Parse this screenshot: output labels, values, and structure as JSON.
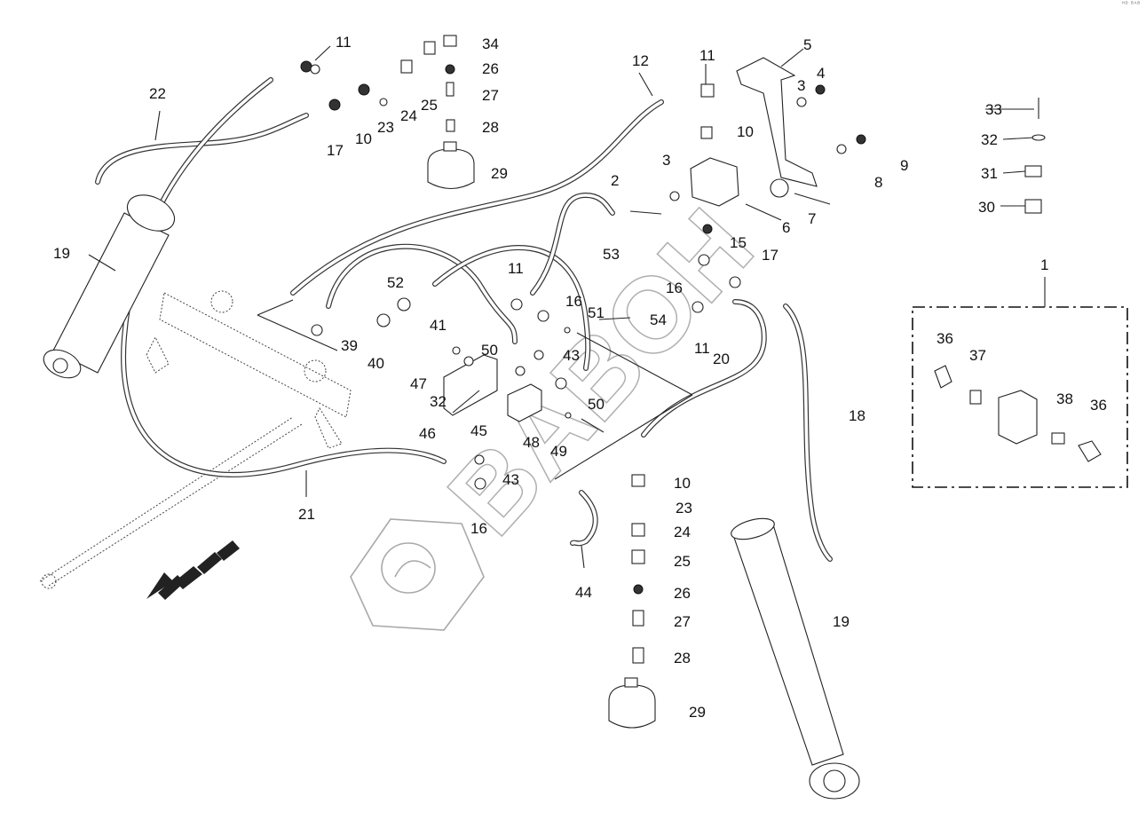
{
  "corner_mark": "ᴴᴰ ᴮᴬᴮ",
  "watermark": "BABOH",
  "direction_arrow": "forward-direction",
  "callouts": [
    {
      "id": "c1",
      "label": "1"
    },
    {
      "id": "c2",
      "label": "2"
    },
    {
      "id": "c3a",
      "label": "3"
    },
    {
      "id": "c3b",
      "label": "3"
    },
    {
      "id": "c4",
      "label": "4"
    },
    {
      "id": "c5",
      "label": "5"
    },
    {
      "id": "c6",
      "label": "6"
    },
    {
      "id": "c7",
      "label": "7"
    },
    {
      "id": "c8",
      "label": "8"
    },
    {
      "id": "c9",
      "label": "9"
    },
    {
      "id": "c10a",
      "label": "10"
    },
    {
      "id": "c10b",
      "label": "10"
    },
    {
      "id": "c10c",
      "label": "10"
    },
    {
      "id": "c11a",
      "label": "11"
    },
    {
      "id": "c11b",
      "label": "11"
    },
    {
      "id": "c11c",
      "label": "11"
    },
    {
      "id": "c11d",
      "label": "11"
    },
    {
      "id": "c12",
      "label": "12"
    },
    {
      "id": "c15",
      "label": "15"
    },
    {
      "id": "c16a",
      "label": "16"
    },
    {
      "id": "c16b",
      "label": "16"
    },
    {
      "id": "c16c",
      "label": "16"
    },
    {
      "id": "c17a",
      "label": "17"
    },
    {
      "id": "c17b",
      "label": "17"
    },
    {
      "id": "c18",
      "label": "18"
    },
    {
      "id": "c19a",
      "label": "19"
    },
    {
      "id": "c19b",
      "label": "19"
    },
    {
      "id": "c20",
      "label": "20"
    },
    {
      "id": "c21",
      "label": "21"
    },
    {
      "id": "c22",
      "label": "22"
    },
    {
      "id": "c23a",
      "label": "23"
    },
    {
      "id": "c23b",
      "label": "23"
    },
    {
      "id": "c24a",
      "label": "24"
    },
    {
      "id": "c24b",
      "label": "24"
    },
    {
      "id": "c25a",
      "label": "25"
    },
    {
      "id": "c25b",
      "label": "25"
    },
    {
      "id": "c26a",
      "label": "26"
    },
    {
      "id": "c26b",
      "label": "26"
    },
    {
      "id": "c27a",
      "label": "27"
    },
    {
      "id": "c27b",
      "label": "27"
    },
    {
      "id": "c28a",
      "label": "28"
    },
    {
      "id": "c28b",
      "label": "28"
    },
    {
      "id": "c29a",
      "label": "29"
    },
    {
      "id": "c29b",
      "label": "29"
    },
    {
      "id": "c30",
      "label": "30"
    },
    {
      "id": "c31",
      "label": "31"
    },
    {
      "id": "c32a",
      "label": "32"
    },
    {
      "id": "c32b",
      "label": "32"
    },
    {
      "id": "c33",
      "label": "33"
    },
    {
      "id": "c34",
      "label": "34"
    },
    {
      "id": "c36a",
      "label": "36"
    },
    {
      "id": "c36b",
      "label": "36"
    },
    {
      "id": "c37",
      "label": "37"
    },
    {
      "id": "c38",
      "label": "38"
    },
    {
      "id": "c39",
      "label": "39"
    },
    {
      "id": "c40",
      "label": "40"
    },
    {
      "id": "c41",
      "label": "41"
    },
    {
      "id": "c43a",
      "label": "43"
    },
    {
      "id": "c43b",
      "label": "43"
    },
    {
      "id": "c44",
      "label": "44"
    },
    {
      "id": "c45",
      "label": "45"
    },
    {
      "id": "c46",
      "label": "46"
    },
    {
      "id": "c47",
      "label": "47"
    },
    {
      "id": "c48",
      "label": "48"
    },
    {
      "id": "c49",
      "label": "49"
    },
    {
      "id": "c50a",
      "label": "50"
    },
    {
      "id": "c50b",
      "label": "50"
    },
    {
      "id": "c51",
      "label": "51"
    },
    {
      "id": "c52",
      "label": "52"
    },
    {
      "id": "c53",
      "label": "53"
    },
    {
      "id": "c54",
      "label": "54"
    }
  ]
}
